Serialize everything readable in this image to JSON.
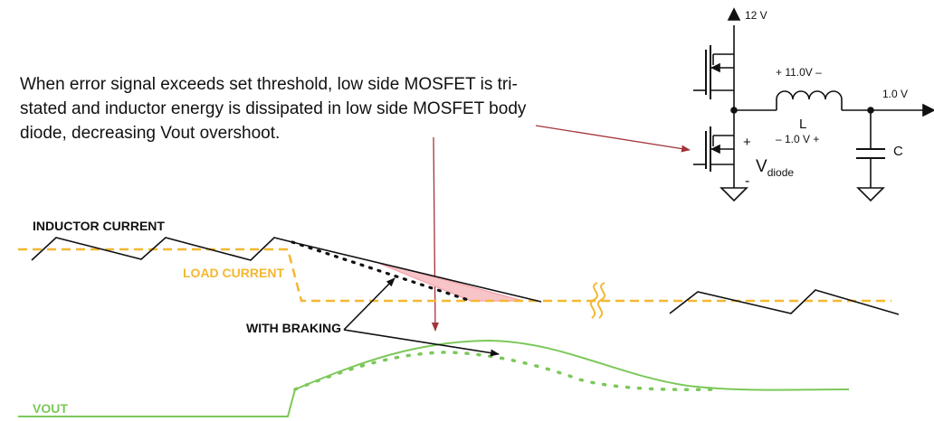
{
  "annotation": {
    "lines": [
      "When error signal exceeds set threshold, low side MOSFET is tri-",
      "stated and inductor energy is dissipated in low side MOSFET body",
      "diode, decreasing Vout overshoot."
    ]
  },
  "schematic": {
    "supply": "12 V",
    "inductor_voltage": "+ 11.0V –",
    "inductor": "L",
    "output_voltage": "1.0 V",
    "node_voltage": "– 1.0 V +",
    "capacitor": "C",
    "plus": "+",
    "minus": "-",
    "vdiode_main": "V",
    "vdiode_sub": "diode"
  },
  "waveforms": {
    "inductor_current": "INDUCTOR CURRENT",
    "load_current": "LOAD CURRENT",
    "with_braking": "WITH BRAKING",
    "vout": "VOUT"
  },
  "colors": {
    "inductor_current": "#111111",
    "load_current": "#f4b731",
    "vout": "#7cc85a",
    "braking_area": "#f2a0a8",
    "pointer": "#a4343a"
  }
}
